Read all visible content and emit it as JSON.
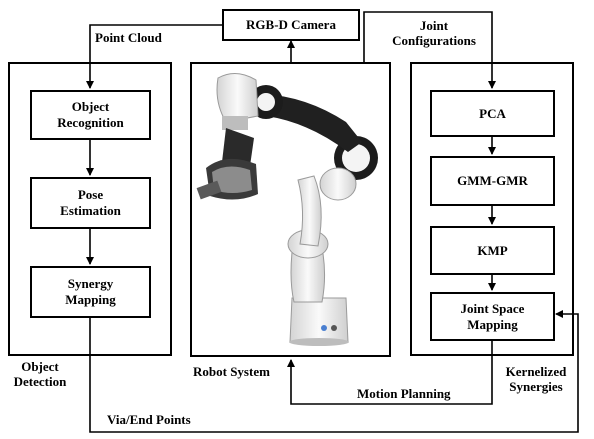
{
  "colors": {
    "line": "#000000",
    "background": "#ffffff",
    "robot_white": "#f1f1f1",
    "robot_dark": "#1c1c1c"
  },
  "boxes": {
    "camera": "RGB-D Camera",
    "object_recognition": "Object\nRecognition",
    "pose_estimation": "Pose\nEstimation",
    "synergy_mapping": "Synergy\nMapping",
    "pca": "PCA",
    "gmm_gmr": "GMM-GMR",
    "kmp": "KMP",
    "joint_space_mapping": "Joint Space\nMapping"
  },
  "labels": {
    "point_cloud": "Point Cloud",
    "joint_configurations": "Joint\nConfigurations",
    "object_detection": "Object\nDetection",
    "robot_system": "Robot System",
    "motion_planning": "Motion Planning",
    "kernelized_synergies": "Kernelized\nSynergies",
    "via_end_points": "Via/End Points"
  },
  "icons": {
    "robot": "robot-arm-with-gripper"
  }
}
